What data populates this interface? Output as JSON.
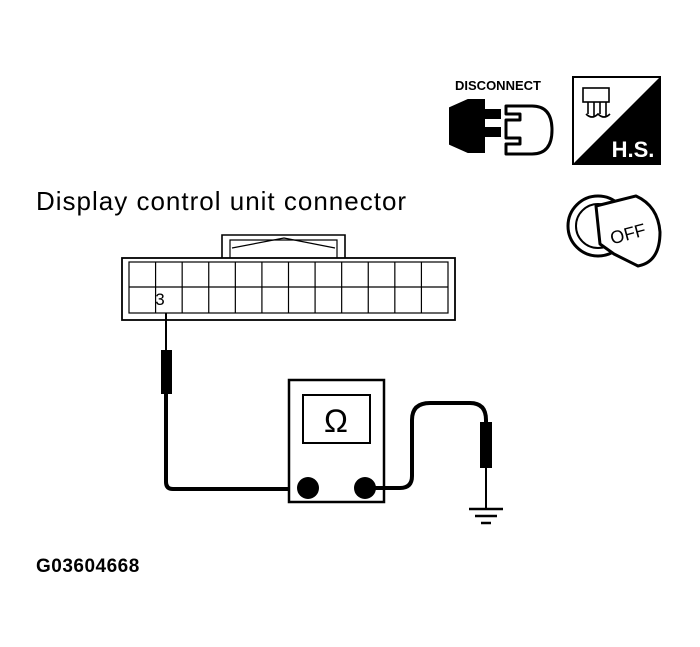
{
  "diagram": {
    "title": "Display control unit connector",
    "pin_label": "3",
    "meter_symbol": "Ω",
    "disconnect_label": "DISCONNECT",
    "hs_label": "H.S.",
    "key_label": "OFF",
    "figure_id": "G03604668",
    "icons": [
      "disconnect-icon",
      "harness-side-icon",
      "ignition-key-off-icon",
      "ground-icon"
    ]
  }
}
